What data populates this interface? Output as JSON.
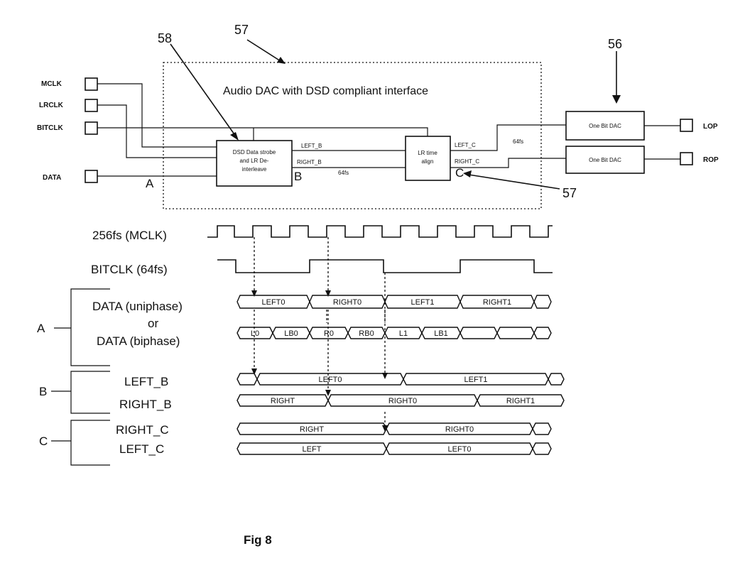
{
  "refs": {
    "r58": "58",
    "r57_top": "57",
    "r56": "56",
    "r57_side": "57"
  },
  "title": "Audio DAC with DSD compliant interface",
  "pins": {
    "mclk": "MCLK",
    "lrclk": "LRCLK",
    "bitclk": "BITCLK",
    "data": "DATA",
    "lop": "LOP",
    "rop": "ROP"
  },
  "blocks": {
    "strobe": [
      "DSD Data strobe",
      "and LR De-",
      "interleave"
    ],
    "lr_align": [
      "LR time",
      "align"
    ],
    "dac": "One Bit DAC"
  },
  "wires": {
    "left_b": "LEFT_B",
    "right_b": "RIGHT_B",
    "fs64_b": "64fs",
    "left_c": "LEFT_C",
    "right_c": "RIGHT_C",
    "fs64_c": "64fs"
  },
  "points": {
    "a": "A",
    "b": "B",
    "c": "C"
  },
  "timing": {
    "mclk_label": "256fs (MCLK)",
    "bitclk_label": "BITCLK (64fs)",
    "uni_label": "DATA (uniphase)",
    "or_label": "or",
    "bi_label": "DATA (biphase)",
    "group_a": "A",
    "group_b": "B",
    "group_c": "C",
    "left_b_label": "LEFT_B",
    "right_b_label": "RIGHT_B",
    "right_c_label": "RIGHT_C",
    "left_c_label": "LEFT_C",
    "uni_cells": [
      "LEFT0",
      "RIGHT0",
      "LEFT1",
      "RIGHT1"
    ],
    "bi_cells": [
      "L0",
      "LB0",
      "R0",
      "RB0",
      "L1",
      "LB1"
    ],
    "left_b_cells": [
      "LEFT0",
      "LEFT1"
    ],
    "right_b_cells": [
      "RIGHT",
      "RIGHT0",
      "RIGHT1"
    ],
    "right_c_cells": [
      "RIGHT",
      "RIGHT0"
    ],
    "left_c_cells": [
      "LEFT",
      "LEFT0"
    ]
  },
  "caption": "Fig 8"
}
